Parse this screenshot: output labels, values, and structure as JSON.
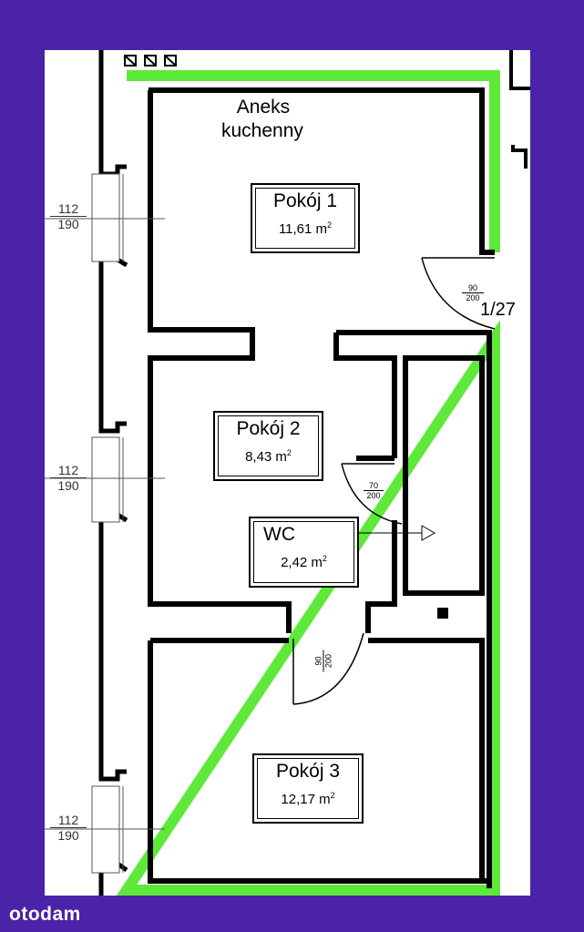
{
  "rooms": [
    {
      "name": "Pokój 1",
      "area": "11,61 m",
      "unit_sup": "2"
    },
    {
      "name": "Pokój 2",
      "area": "8,43 m",
      "unit_sup": "2"
    },
    {
      "name": "WC",
      "area": "2,42 m",
      "unit_sup": "2"
    },
    {
      "name": "Pokój 3",
      "area": "12,17 m",
      "unit_sup": "2"
    }
  ],
  "kitchen_label": {
    "line1": "Aneks",
    "line2": "kuchenny"
  },
  "unit_number": "1/27",
  "windows": [
    {
      "width": "112",
      "height": "190"
    },
    {
      "width": "112",
      "height": "190"
    },
    {
      "width": "112",
      "height": "190"
    }
  ],
  "doors": [
    {
      "width": "90",
      "height": "200"
    },
    {
      "width": "70",
      "height": "200"
    },
    {
      "width": "90",
      "height": "200"
    }
  ],
  "colors": {
    "frame": "#4a23a8",
    "outline_highlight": "#5ee83a",
    "walls": "#000000"
  },
  "branding": {
    "logo_text": "otodam"
  }
}
